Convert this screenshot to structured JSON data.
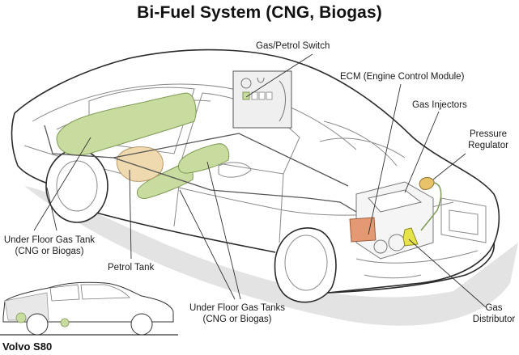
{
  "title": "Bi-Fuel System (CNG, Biogas)",
  "labels": {
    "gas_petrol_switch": "Gas/Petrol Switch",
    "ecm": "ECM (Engine Control Module)",
    "gas_injectors": "Gas Injectors",
    "pressure_regulator_1": "Pressure",
    "pressure_regulator_2": "Regulator",
    "under_floor_tank_1": "Under Floor Gas Tank",
    "under_floor_tank_2": "(CNG or Biogas)",
    "petrol_tank": "Petrol Tank",
    "under_floor_tanks_1": "Under Floor Gas Tanks",
    "under_floor_tanks_2": "(CNG or Biogas)",
    "gas_distributor_1": "Gas",
    "gas_distributor_2": "Distributor"
  },
  "inset": {
    "caption": "Volvo S80"
  },
  "colors": {
    "gas_tank_fill": "#c9dca0",
    "gas_tank_stroke": "#7f9a55",
    "petrol_tank_fill": "#efd9ae",
    "ecm_fill": "#e39a72",
    "distributor_fill": "#e6e24a",
    "regulator_fill": "#e8c36a",
    "shadow": "#e3e3e3",
    "outline": "#2a2a2a"
  }
}
